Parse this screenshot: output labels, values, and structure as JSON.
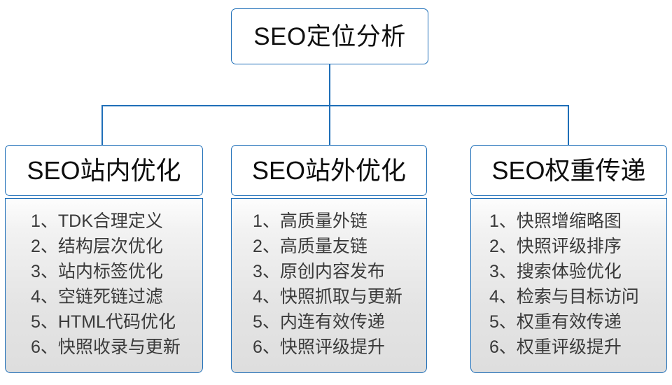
{
  "diagram": {
    "type": "org-chart",
    "root": {
      "label": "SEO定位分析"
    },
    "branches": [
      {
        "header": "SEO站内优化",
        "items": [
          "1、TDK合理定义",
          "2、结构层次优化",
          "3、站内标签优化",
          "4、空链死链过滤",
          "5、HTML代码优化",
          "6、快照收录与更新"
        ]
      },
      {
        "header": "SEO站外优化",
        "items": [
          "1、高质量外链",
          "2、高质量友链",
          "3、原创内容发布",
          "4、快照抓取与更新",
          "5、内连有效传递",
          "6、快照评级提升"
        ]
      },
      {
        "header": "SEO权重传递",
        "items": [
          "1、快照增缩略图",
          "2、快照评级排序",
          "3、搜索体验优化",
          "4、检索与目标访问",
          "5、权重有效传递",
          "6、权重评级提升"
        ]
      }
    ],
    "colors": {
      "border": "#1F6FB8",
      "connector": "#1F6FB8",
      "header_fill": "#FFFFFF",
      "body_fill": "#E4E4E4",
      "root_text": "#111111",
      "item_text": "#3A3A3A",
      "background": "#FFFFFF"
    }
  }
}
